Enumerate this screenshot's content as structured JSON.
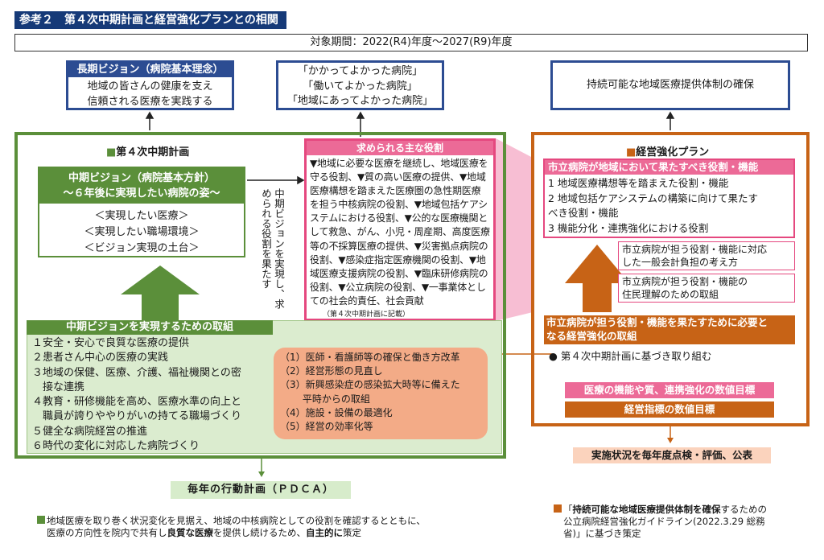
{
  "header": {
    "title": "参考２　第４次中期計画と経営強化プランとの相関",
    "period": "対象期間：2022(R4)年度～2027(R9)年度"
  },
  "top_boxes": {
    "long_vision": {
      "title": "長期ビジョン（病院基本理念）",
      "lines": [
        "地域の皆さんの健康を支え",
        "信頼される医療を実践する"
      ]
    },
    "slogans": [
      "「かかってよかった病院」",
      "「働いてよかった病院」",
      "「地域にあってよかった病院」"
    ],
    "sustainable": "持続可能な地域医療提供体制の確保"
  },
  "plan4": {
    "section_label": "■第４次中期計画",
    "vision": {
      "title_lines": [
        "中期ビジョン（病院基本方針）",
        "～６年後に実現したい病院の姿～"
      ],
      "items": [
        "＜実現したい医療＞",
        "＜実現したい職場環境＞",
        "＜ビジョン実現の土台＞"
      ]
    },
    "vertical_note": "中期ビジョンを実現し、求められる役割を果たす",
    "roles": {
      "title": "求められる主な役割",
      "body": "▼地域に必要な医療を継続し、地域医療を守る役割、▼質の高い医療の提供、▼地域医療構想を踏まえた医療圏の急性期医療を担う中核病院の役割、▼地域包括ケアシステムにおける役割、▼公的な医療機関として救急、がん、小児・周産期、高度医療等の不採算医療の提供、▼災害拠点病院の役割、▼感染症指定医療機関の役割、▼地域医療支援病院の役割、▼臨床研修病院の役割、▼公立病院の役割、▼一事業体としての社会的責任、社会貢献",
      "note": "（第４次中期計画に記載）"
    },
    "torikumi": {
      "title": "中期ビジョンを実現するための取組",
      "items": [
        "１安全・安心で良質な医療の提供",
        "２患者さん中心の医療の実践",
        "３地域の保健、医療、介護、福祉機関との密",
        "　接な連携",
        "４教育・研修機能を高め、医療水準の向上と",
        "　職員が誇りややりがいの持てる職場づくり",
        "５健全な病院経営の推進",
        "６時代の変化に対応した病院づくり"
      ]
    },
    "reform_items": [
      "（1）医師・看護師等の確保と働き方改革",
      "（2）経営形態の見直し",
      "（3）新興感染症の感染拡大時等に備えた",
      "　　 平時からの取組",
      "（4）施設・設備の最適化",
      "（5）経営の効率化等"
    ],
    "pdca": "毎年の行動計画（ＰＤＣＡ）"
  },
  "plan_reform": {
    "section_label": "■経営強化プラン",
    "roles": {
      "title": "市立病院が地域において果たすべき役割・機能",
      "items": [
        "1  地域医療構想等を踏まえた役割・機能",
        "2  地域包括ケアシステムの構築に向けて果たす",
        "    べき役割・機能",
        "3  機能分化・連携強化における役割"
      ]
    },
    "box1": [
      "市立病院が担う役割・機能に対応",
      "した一般会計負担の考え方"
    ],
    "box2": [
      "市立病院が担う役割・機能の",
      "住民理解のための取組"
    ],
    "needed": [
      "市立病院が担う役割・機能を果たすために必要と",
      "なる経営強化の取組"
    ],
    "basis": "● 第４次中期計画に基づき取り組む",
    "target1": "医療の機能や質、連携強化の数値目標",
    "target2": "経営指標の数値目標",
    "result": "実施状況を毎年度点検・評価、公表"
  },
  "footnotes": {
    "left": {
      "line1": "地域医療を取り巻く状況変化を見据え、地域の中核病院としての役割を確認するとともに、",
      "line2_pre": "医療の方向性を院内で共有し",
      "line2_bold1": "良質な医療",
      "line2_mid": "を提供し続けるため、",
      "line2_bold2": "自主的に",
      "line2_post": "策定"
    },
    "right": {
      "line1_pre": "「",
      "line1_bold": "持続可能な地域医療提供体制を確保",
      "line1_post": "するための",
      "line2": "公立病院経営強化ガイドライン(2022.3.29 総務",
      "line3": "省)」に基づき策定"
    }
  },
  "colors": {
    "navy": "#163a78",
    "blue_border": "#2c4c92",
    "green": "#5b8f3a",
    "orange": "#c76316",
    "pink": "#ec6a97",
    "salmon": "#f3ab87",
    "light_green": "#dbeccf"
  }
}
